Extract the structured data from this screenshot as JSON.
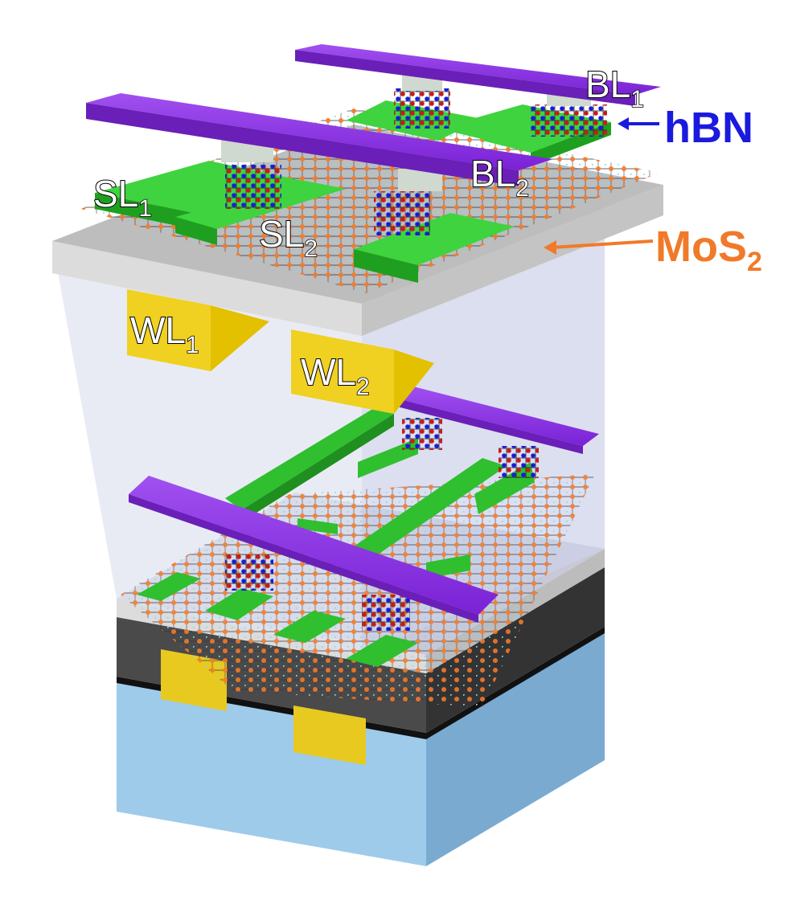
{
  "labels": {
    "bl1": {
      "base": "BL",
      "sub": "1"
    },
    "bl2": {
      "base": "BL",
      "sub": "2"
    },
    "sl1": {
      "base": "SL",
      "sub": "1"
    },
    "sl2": {
      "base": "SL",
      "sub": "2"
    },
    "wl1": {
      "base": "WL",
      "sub": "1"
    },
    "wl2": {
      "base": "WL",
      "sub": "2"
    }
  },
  "annotations": {
    "hbn": {
      "text": "hBN",
      "color": "#1a1adf"
    },
    "mos2": {
      "base": "MoS",
      "sub": "2",
      "color": "#f07a2a"
    }
  },
  "colors": {
    "bitline": "#8a2be2",
    "sourceline": "#2fbf2f",
    "wordline": "#f0d020",
    "substrate": "#8fc3e6",
    "oxide": "#d8d8d8",
    "dark_layer": "#4a4a4a",
    "atom_orange": "#f07a2a",
    "atom_blue": "#1a1adf",
    "atom_red": "#d01818"
  }
}
